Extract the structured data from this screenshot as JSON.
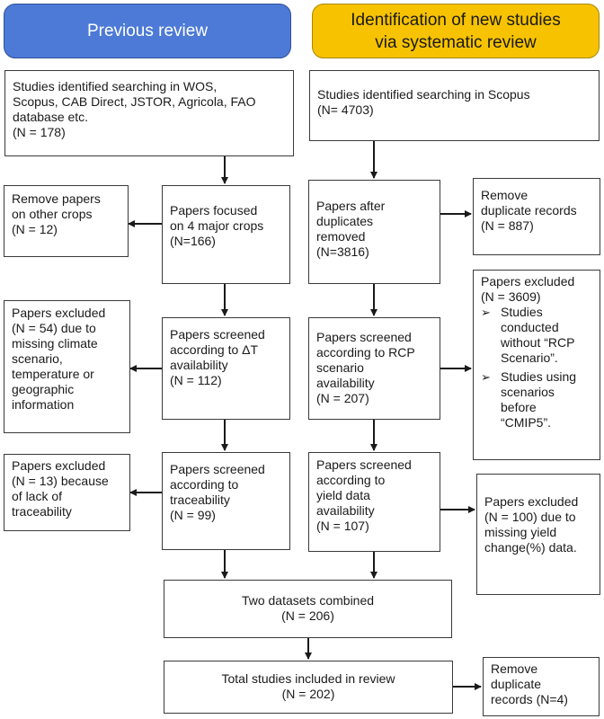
{
  "headers": {
    "previous": "Previous review",
    "new_line1": "Identification of new studies",
    "new_line2": "via systematic review"
  },
  "left": {
    "identified": [
      "Studies identified searching in WOS,",
      "Scopus, CAB Direct, JSTOR, Agricola, FAO",
      "database etc.",
      "(N = 178)"
    ],
    "focused": [
      "Papers focused",
      "on 4 major crops",
      "(N=166)"
    ],
    "remove_other": [
      "Remove papers",
      "on other crops",
      "(N = 12)"
    ],
    "screened_dt": [
      "Papers screened",
      "according to ΔT",
      "availability",
      "(N = 112)"
    ],
    "excluded_54": [
      "Papers excluded",
      "(N = 54) due to",
      "missing climate",
      "scenario,",
      "temperature or",
      "geographic",
      "information"
    ],
    "screened_trace": [
      "Papers screened",
      "according to",
      "traceability",
      "(N = 99)"
    ],
    "excluded_13": [
      "Papers excluded",
      "(N = 13) because",
      "of lack of",
      "traceability"
    ]
  },
  "right": {
    "identified": [
      "Studies identified searching in Scopus",
      "(N= 4703)"
    ],
    "after_dup": [
      "Papers after",
      "duplicates",
      "removed",
      "(N=3816)"
    ],
    "remove_dup": [
      "Remove",
      "duplicate records",
      "(N = 887)"
    ],
    "screened_rcp": [
      "Papers screened",
      "according to RCP",
      "scenario",
      "availability",
      "(N = 207)"
    ],
    "excluded_3609": {
      "title": [
        "Papers excluded",
        "(N = 3609)"
      ],
      "bullet_mark": "➢",
      "bullets": [
        [
          "Studies",
          "conducted",
          "without “RCP",
          "Scenario”."
        ],
        [
          "Studies using",
          "scenarios",
          "before",
          "“CMIP5”."
        ]
      ]
    },
    "screened_yield": [
      "Papers screened",
      "according to",
      "yield data",
      "availability",
      "(N = 107)"
    ],
    "excluded_100": [
      "Papers excluded",
      "(N = 100) due to",
      "missing yield",
      "change(%) data."
    ]
  },
  "bottom": {
    "combined": [
      "Two datasets combined",
      "(N = 206)"
    ],
    "total": [
      "Total studies included in review",
      "(N = 202)"
    ],
    "remove_dup4": [
      "Remove",
      "duplicate",
      "records (N=4)"
    ]
  }
}
